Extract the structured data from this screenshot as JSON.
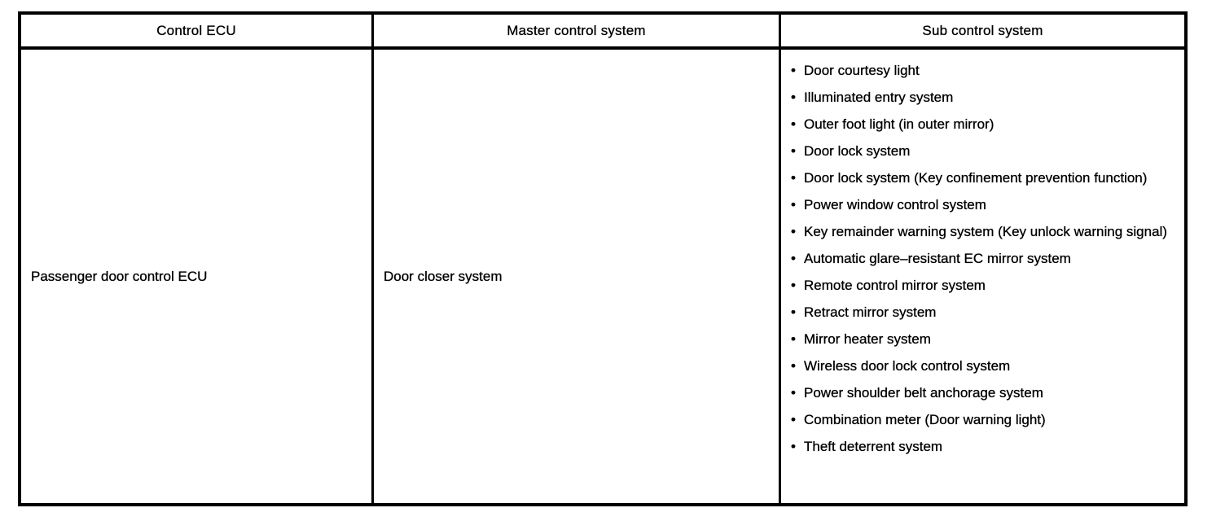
{
  "colors": {
    "border": "#000000",
    "background": "#ffffff",
    "text": "#000000"
  },
  "icons": {
    "bullet": "•"
  },
  "table": {
    "headers": [
      "Control ECU",
      "Master control system",
      "Sub control system"
    ],
    "row": {
      "control_ecu": "Passenger door control ECU",
      "master_control_system": "Door closer system",
      "sub_control_systems": [
        "Door courtesy light",
        "Illuminated entry system",
        "Outer foot light (in outer mirror)",
        "Door lock system",
        "Door lock system (Key confinement prevention function)",
        "Power window control system",
        "Key remainder warning system (Key unlock warning signal)",
        "Automatic glare–resistant EC mirror system",
        "Remote control mirror system",
        "Retract mirror system",
        "Mirror heater system",
        "Wireless door lock control system",
        "Power shoulder belt anchorage system",
        "Combination meter (Door warning light)",
        "Theft deterrent system"
      ]
    }
  }
}
